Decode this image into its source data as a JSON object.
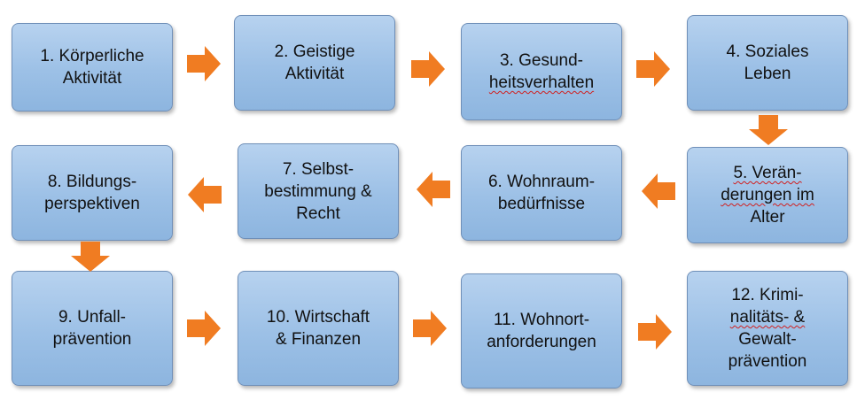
{
  "boxes": [
    {
      "id": "b1",
      "lines": [
        {
          "t": "1. Körperliche"
        },
        {
          "t": "Aktivität"
        }
      ]
    },
    {
      "id": "b2",
      "lines": [
        {
          "t": "2. Geistige"
        },
        {
          "t": "Aktivität"
        }
      ]
    },
    {
      "id": "b3",
      "lines": [
        {
          "t": "3. Gesund-"
        },
        {
          "t": "heitsverhalten",
          "squiggle": true
        }
      ]
    },
    {
      "id": "b4",
      "lines": [
        {
          "t": "4. Soziales"
        },
        {
          "t": "Leben"
        }
      ]
    },
    {
      "id": "b5",
      "lines": [
        {
          "t": "5. Verän-"
        },
        {
          "t": "derungen im",
          "squiggle": true
        },
        {
          "t": "Alter"
        }
      ]
    },
    {
      "id": "b6",
      "lines": [
        {
          "t": "6. Wohnraum-"
        },
        {
          "t": "bedürfnisse"
        }
      ]
    },
    {
      "id": "b7",
      "lines": [
        {
          "t": "7. Selbst-"
        },
        {
          "t": "bestimmung &"
        },
        {
          "t": "Recht"
        }
      ]
    },
    {
      "id": "b8",
      "lines": [
        {
          "t": "8. Bildungs-"
        },
        {
          "t": "perspektiven"
        }
      ]
    },
    {
      "id": "b9",
      "lines": [
        {
          "t": "9. Unfall-"
        },
        {
          "t": "prävention"
        }
      ]
    },
    {
      "id": "b10",
      "lines": [
        {
          "t": "10. Wirtschaft"
        },
        {
          "t": "& Finanzen"
        }
      ]
    },
    {
      "id": "b11",
      "lines": [
        {
          "t": "11. Wohnort-"
        },
        {
          "t": "anforderungen"
        }
      ]
    },
    {
      "id": "b12",
      "lines": [
        {
          "t": "12. Krimi-"
        },
        {
          "t": "nalitäts- &",
          "squiggle": true
        },
        {
          "t": "Gewalt-"
        },
        {
          "t": "prävention"
        }
      ]
    }
  ],
  "arrows": [
    {
      "from": "b1",
      "to": "b2",
      "direction": "right"
    },
    {
      "from": "b2",
      "to": "b3",
      "direction": "right"
    },
    {
      "from": "b3",
      "to": "b4",
      "direction": "right"
    },
    {
      "from": "b4",
      "to": "b5",
      "direction": "down"
    },
    {
      "from": "b5",
      "to": "b6",
      "direction": "left"
    },
    {
      "from": "b6",
      "to": "b7",
      "direction": "left"
    },
    {
      "from": "b7",
      "to": "b8",
      "direction": "left"
    },
    {
      "from": "b8",
      "to": "b9",
      "direction": "down"
    },
    {
      "from": "b9",
      "to": "b10",
      "direction": "right"
    },
    {
      "from": "b10",
      "to": "b11",
      "direction": "right"
    },
    {
      "from": "b11",
      "to": "b12",
      "direction": "right"
    }
  ],
  "colors": {
    "box_fill": "#9cc0e6",
    "box_border": "#6f8fb8",
    "arrow": "#f07c22",
    "spellcheck": "#d11f1f"
  }
}
